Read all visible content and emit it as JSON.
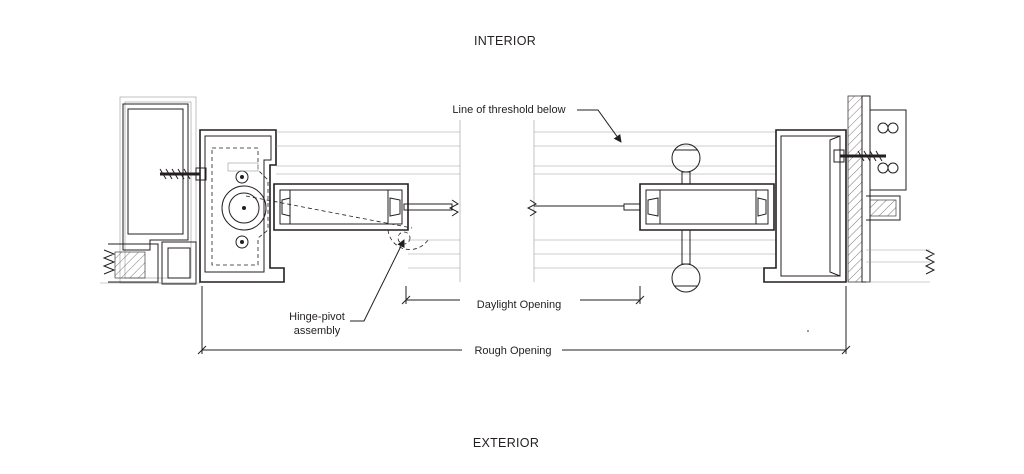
{
  "labels": {
    "interior": "INTERIOR",
    "exterior": "EXTERIOR",
    "threshold": "Line of threshold below",
    "daylight": "Daylight Opening",
    "rough": "Rough Opening",
    "hinge_line1": "Hinge-pivot",
    "hinge_line2": "assembly"
  }
}
